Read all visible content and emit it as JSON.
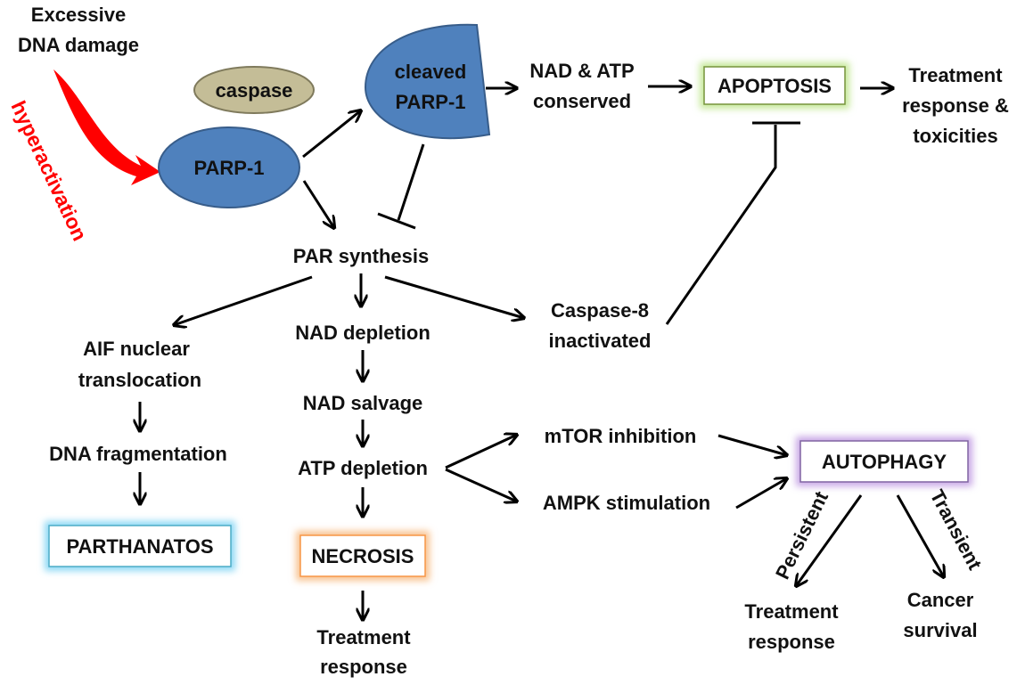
{
  "title_lines": [
    "Excessive",
    "DNA damage"
  ],
  "hyperactivation": "hyperactivation",
  "nodes": {
    "caspase": "caspase",
    "parp1": "PARP-1",
    "cleaved_parp1": [
      "cleaved",
      "PARP-1"
    ],
    "nad_atp_conserved": [
      "NAD & ATP",
      "conserved"
    ],
    "apoptosis": "APOPTOSIS",
    "treatment_toxicities": [
      "Treatment",
      "response &",
      "toxicities"
    ],
    "par_synthesis": "PAR synthesis",
    "aif_translocation": [
      "AIF nuclear",
      "translocation"
    ],
    "dna_fragmentation": "DNA fragmentation",
    "parthanatos": "PARTHANATOS",
    "nad_depletion": "NAD depletion",
    "nad_salvage": "NAD salvage",
    "atp_depletion": "ATP depletion",
    "necrosis": "NECROSIS",
    "treatment_response_necrosis": [
      "Treatment",
      "response"
    ],
    "caspase8": [
      "Caspase-8",
      "inactivated"
    ],
    "mtor": "mTOR inhibition",
    "ampk": "AMPK stimulation",
    "autophagy": "AUTOPHAGY",
    "persistent": "Persistent",
    "transient": "Transient",
    "treatment_response_autophagy": [
      "Treatment",
      "response"
    ],
    "cancer_survival": [
      "Cancer",
      "survival"
    ]
  },
  "colors": {
    "parp_fill": "#4f81bd",
    "parp_stroke": "#385d8a",
    "caspase_fill": "#c4bd97",
    "caspase_stroke": "#7f7a5c",
    "hyperactivation_red": "#ff0000",
    "apoptosis_glow": "#c6e89a",
    "parthanatos_glow": "#8fd9f5",
    "necrosis_glow": "#f8c391",
    "autophagy_glow": "#c9a9e6"
  }
}
